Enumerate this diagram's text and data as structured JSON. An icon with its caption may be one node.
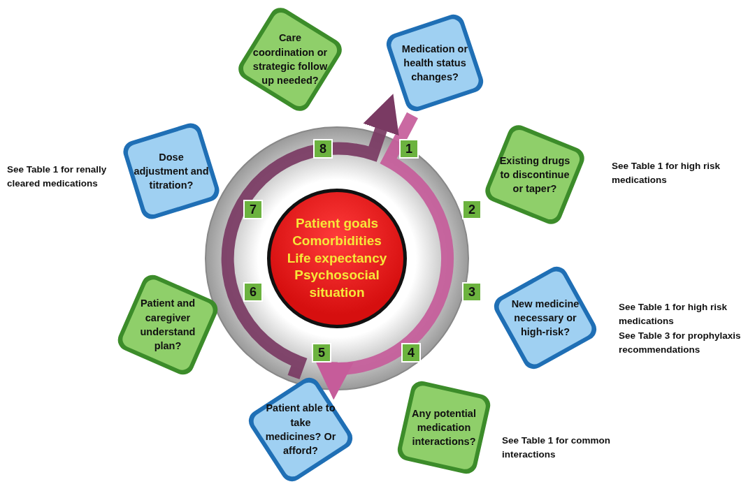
{
  "diagram": {
    "nodes": [
      {
        "text": [
          "Patient goals",
          "Comorbidities",
          "Life expectancy",
          "Psychosocial situation"
        ]
      },
      {
        "text": [
          "Medication or health status changes?",
          "1"
        ]
      },
      {
        "text": [
          "Existing drugs to discontinue or taper?",
          "2"
        ],
        "beside": [
          "See Table 1 for high risk medications"
        ]
      },
      {
        "text": [
          "3",
          "New medicine necessary or high-risk?"
        ],
        "beside": [
          "See Table 1 for high risk medications",
          "See Table 3 for prophylaxis recommendations"
        ]
      },
      {
        "text": [
          "4",
          "Any potential medication interactions?"
        ],
        "beside": [
          "See Table 1 for common interactions"
        ]
      },
      {
        "text": [
          "5",
          "Patient able to take medicines? Or afford?"
        ]
      },
      {
        "text": [
          "6",
          "Patient and caregiver understand plan?"
        ]
      },
      {
        "text": [
          "Dose adjustment and titration?",
          "7"
        ],
        "beside": [
          "See Table 1 for renally cleared medications"
        ]
      },
      {
        "text": [
          "Care coordination or strategic follow up needed?",
          "8"
        ]
      }
    ],
    "edges": [
      {
        "from": 1,
        "to": 5,
        "arrow": "to",
        "color": "#c65c9a"
      },
      {
        "from": 5,
        "to": 1,
        "arrow": "to",
        "color": "#7a3a63"
      }
    ]
  }
}
